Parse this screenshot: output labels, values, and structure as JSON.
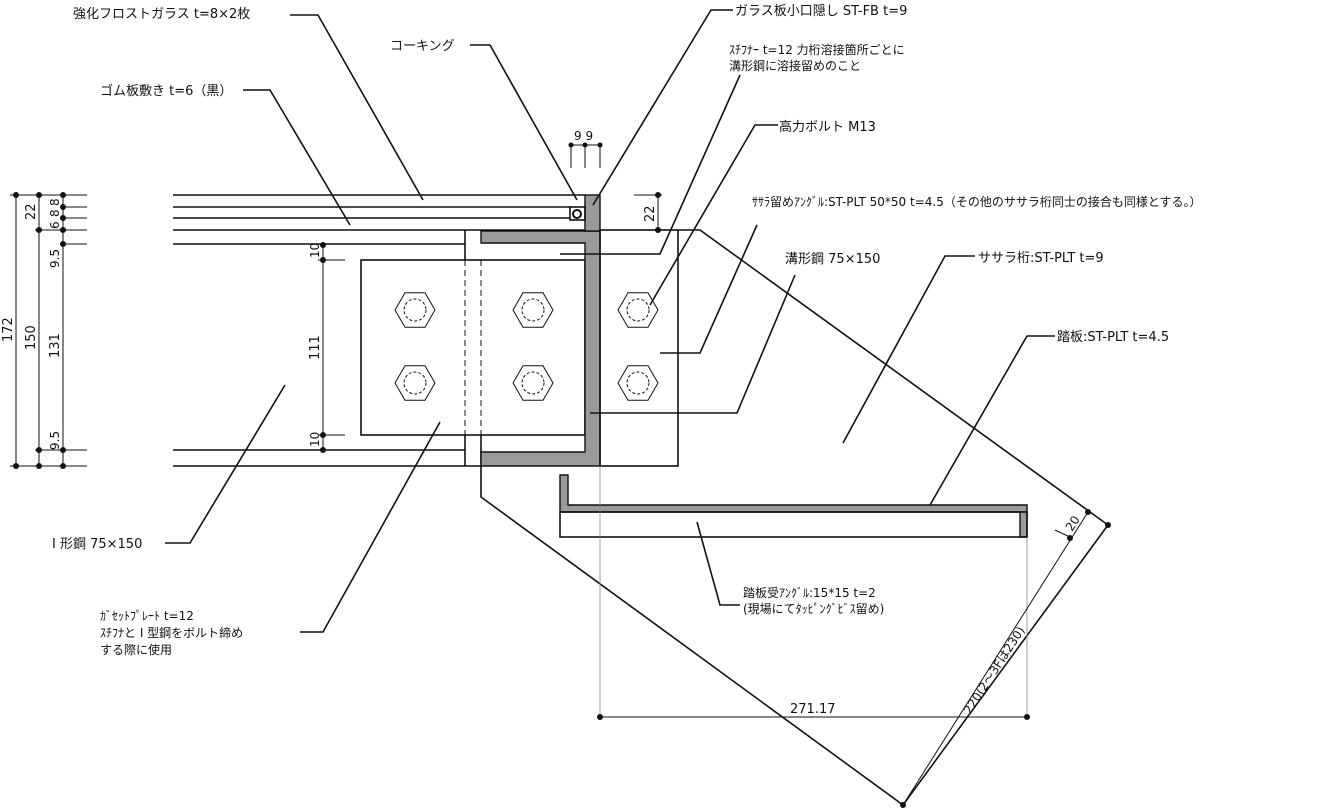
{
  "labels": {
    "glass": "強化フロストガラス t=8×2枚",
    "caulking": "コーキング",
    "rubber": "ゴム板敷き t=6（黒）",
    "glass_edge": "ガラス板小口隠し ST-FB t=9",
    "stiffener_1": "ｽﾁﾌﾅｰ t=12 力桁溶接箇所ごとに",
    "stiffener_2": "溝形鋼に溶接留めのこと",
    "bolt": "高力ボルト M13",
    "sasara_angle": "ｻｻﾗ留めｱﾝｸﾞﾙ:ST-PLT 50*50 t=4.5（その他のササラ桁同士の接合も同様とする。）",
    "channel": "溝形鋼 75×150",
    "sasara": "ササラ桁:ST-PLT t=9",
    "tread": "踏板:ST-PLT t=4.5",
    "ibeam": "I 形鋼 75×150",
    "gusset_1": "ｶﾞｾｯﾄﾌﾟﾚｰﾄ t=12",
    "gusset_2": "ｽﾁﾌﾅと I 型鋼をボルト締め",
    "gusset_3": "する際に使用",
    "tread_angle_1": "踏板受ｱﾝｸﾞﾙ:15*15 t=2",
    "tread_angle_2": "(現場にてﾀｯﾋﾟﾝｸﾞﾋﾞｽ留め)"
  },
  "dimensions": {
    "d172": "172",
    "d150": "150",
    "d22_left": "22",
    "d8a": "8",
    "d8b": "8",
    "d6": "6",
    "d9_5_top": "9.5",
    "d131": "131",
    "d9_5_bot": "9.5",
    "d10_top": "10",
    "d111": "111",
    "d10_bot": "10",
    "d9_9": "9 9",
    "d22_right": "22",
    "d271": "271.17",
    "d20": "20",
    "d220": "220(2～3Fは230)"
  }
}
